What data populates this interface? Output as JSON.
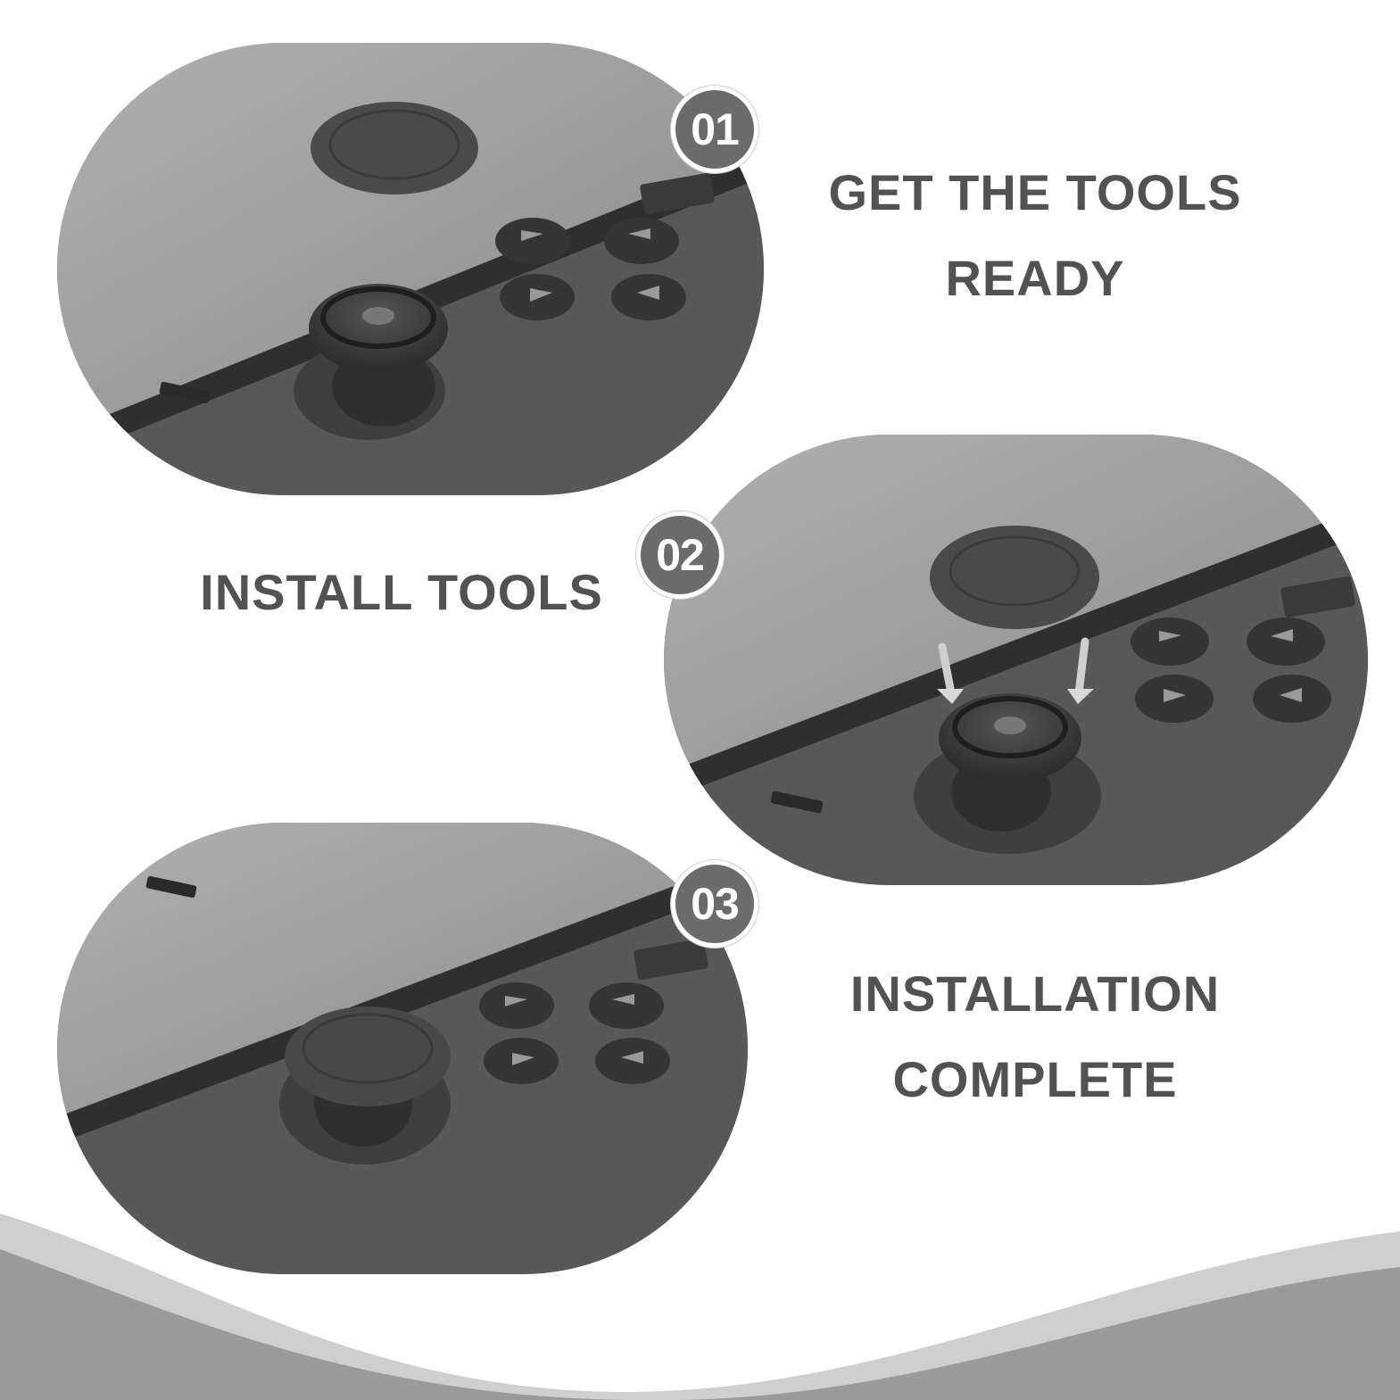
{
  "steps": [
    {
      "number": "01",
      "caption_lines": [
        "GET THE TOOLS",
        "READY"
      ]
    },
    {
      "number": "02",
      "caption_lines": [
        "INSTALL TOOLS"
      ]
    },
    {
      "number": "03",
      "caption_lines": [
        "INSTALLATION",
        "COMPLETE"
      ]
    }
  ],
  "colors": {
    "badge": "#6b6b6b",
    "caption_text": "#525252",
    "device_body": "#555555",
    "device_screen": "#9a9a9a",
    "wave_dark": "#9a9a9a",
    "wave_light": "#cfcfcf"
  }
}
